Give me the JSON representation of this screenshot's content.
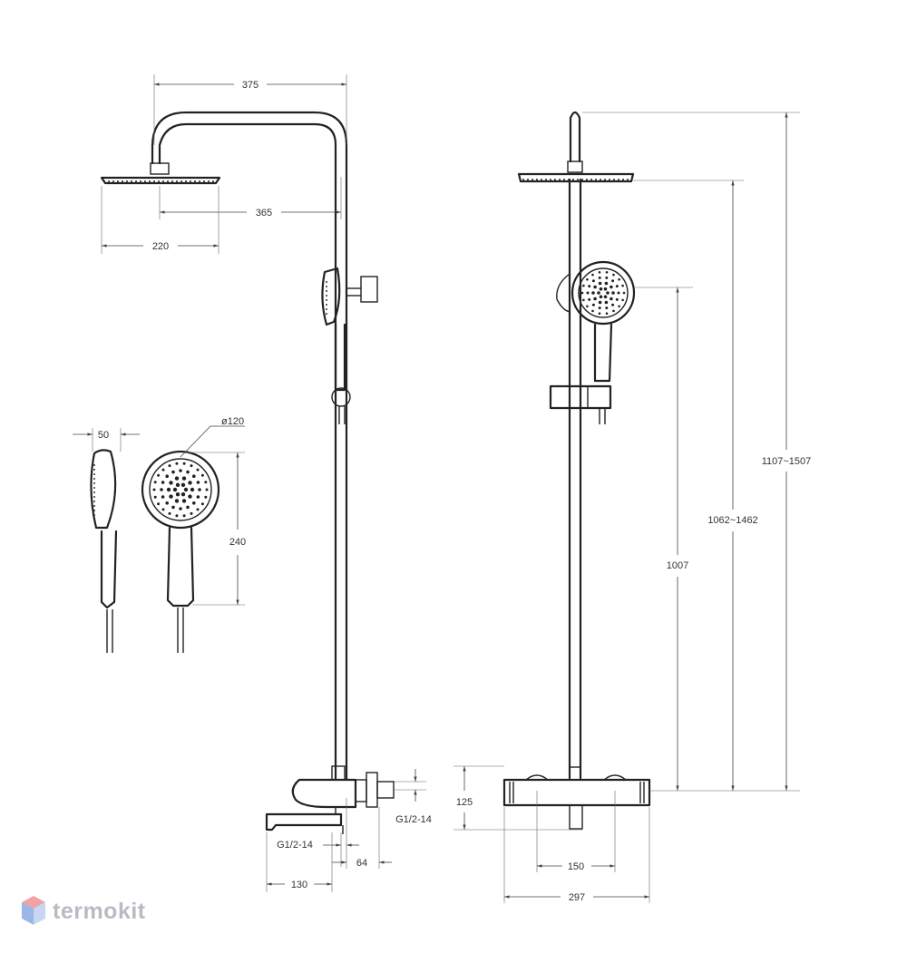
{
  "dimensions": {
    "arm_length": "375",
    "head_offset": "365",
    "head_diameter": "220",
    "handshower_depth": "50",
    "handshower_diameter": "ø120",
    "handshower_length": "240",
    "total_height": "1107~1507",
    "head_height": "1062~1462",
    "holder_height": "1007",
    "inlet_height": "125",
    "thread_outlet": "G1/2-14",
    "thread_inlet": "G1/2-14",
    "projection": "64",
    "spout_length": "130",
    "inlet_spacing": "150",
    "mixer_width": "297"
  },
  "watermark": {
    "text": "termokit"
  },
  "colors": {
    "line": "#222222",
    "dimension": "#444444",
    "watermark": "#b7bcc2"
  }
}
